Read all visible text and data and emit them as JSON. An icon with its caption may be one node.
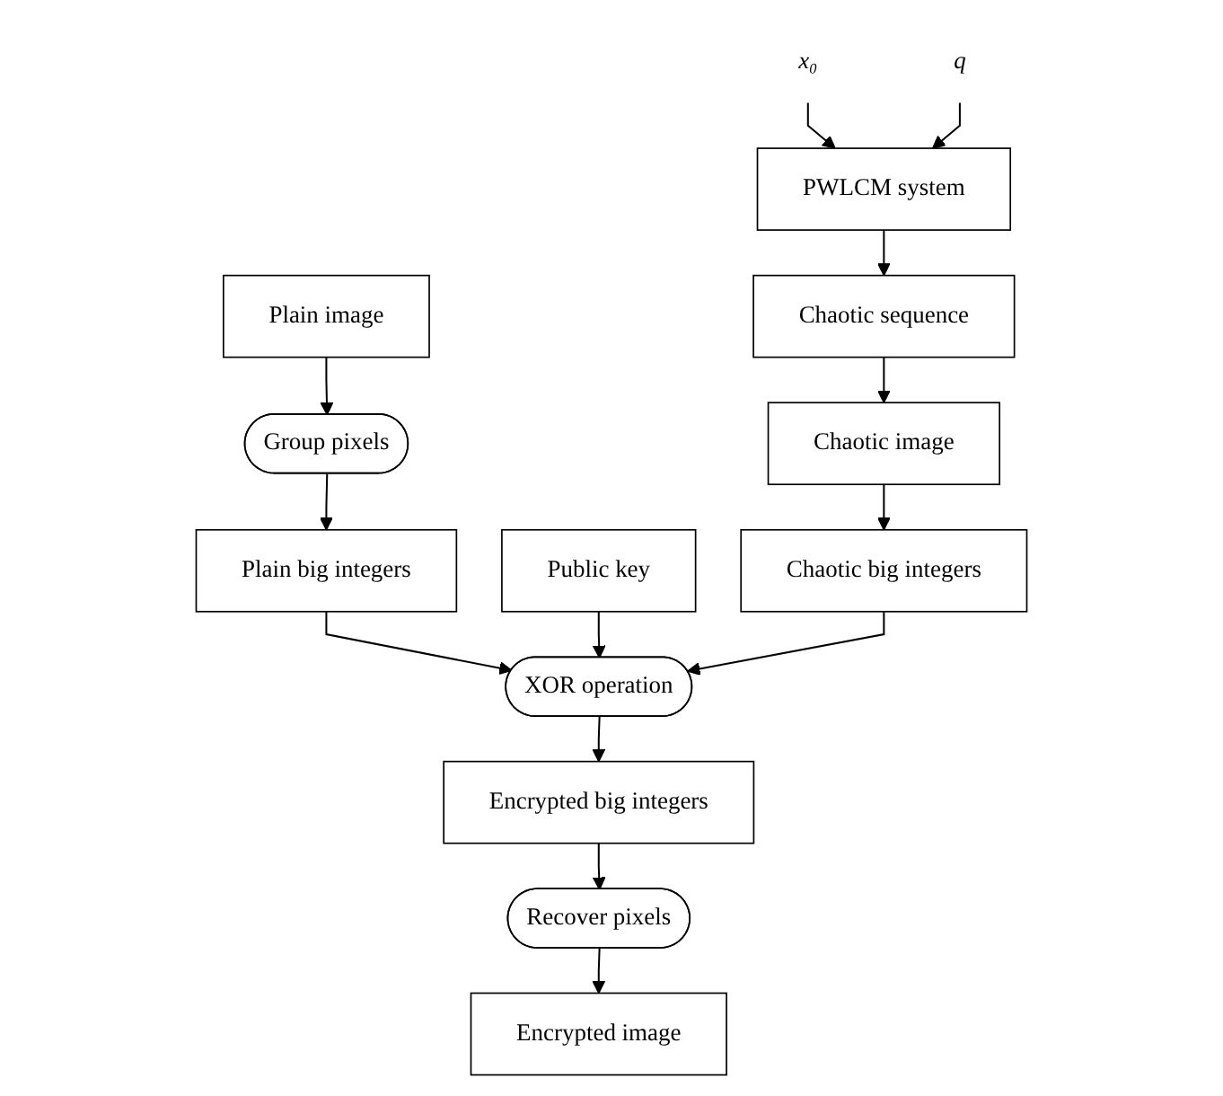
{
  "diagram": {
    "nodes": [
      {
        "text": [
          "x₀"
        ]
      },
      {
        "text": [
          "q"
        ]
      },
      {
        "text": [
          "Plain image"
        ]
      },
      {
        "text": [
          "PWLCM system"
        ]
      },
      {
        "text": [
          "Group pixels"
        ]
      },
      {
        "text": [
          "Chaotic sequence"
        ]
      },
      {
        "text": [
          "Plain big integers"
        ]
      },
      {
        "text": [
          "Chaotic image"
        ]
      },
      {
        "text": [
          "Public key"
        ]
      },
      {
        "text": [
          "XOR operation"
        ]
      },
      {
        "text": [
          "Chaotic big integers"
        ]
      },
      {
        "text": [
          "Encrypted big integers"
        ]
      },
      {
        "text": [
          "Recover pixels"
        ]
      },
      {
        "text": [
          "Encrypted image"
        ]
      }
    ],
    "edges": [
      {
        "from": 0,
        "to": 3,
        "arrow": "to"
      },
      {
        "from": 1,
        "to": 3,
        "arrow": "to"
      },
      {
        "from": 3,
        "to": 5,
        "arrow": "to"
      },
      {
        "from": 5,
        "to": 7,
        "arrow": "to"
      },
      {
        "from": 7,
        "to": 10,
        "arrow": "to"
      },
      {
        "from": 2,
        "to": 4,
        "arrow": "to"
      },
      {
        "from": 4,
        "to": 6,
        "arrow": "to"
      },
      {
        "from": 6,
        "to": 9,
        "arrow": "to"
      },
      {
        "from": 8,
        "to": 9,
        "arrow": "to"
      },
      {
        "from": 10,
        "to": 9,
        "arrow": "to"
      },
      {
        "from": 9,
        "to": 11,
        "arrow": "to"
      },
      {
        "from": 11,
        "to": 12,
        "arrow": "to"
      },
      {
        "from": 12,
        "to": 13,
        "arrow": "to"
      }
    ]
  }
}
